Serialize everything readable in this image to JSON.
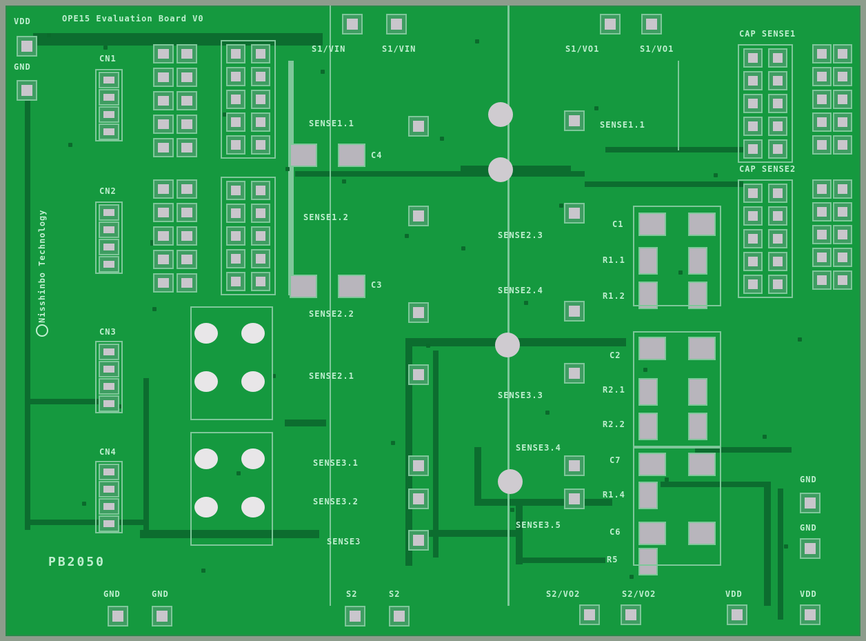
{
  "board": {
    "title": "OPE15 Evaluation Board V0",
    "part_number": "PB2050",
    "maker": "Nisshinbo Technology",
    "colors": {
      "solder_mask": "#15993f",
      "silkscreen": "#bfeecf",
      "pad": "#c9c6cc",
      "trace": "#0c6d2f"
    }
  },
  "labels": {
    "vdd_tl": "VDD",
    "gnd_tl": "GND",
    "cn1": "CN1",
    "cn2": "CN2",
    "cn3": "CN3",
    "cn4": "CN4",
    "s1vin_a": "S1/VIN",
    "s1vin_b": "S1/VIN",
    "s1vo1_a": "S1/VO1",
    "s1vo1_b": "S1/VO1",
    "cap_sense1": "CAP SENSE1",
    "cap_sense2": "CAP SENSE2",
    "sense11_l": "SENSE1.1",
    "c4": "C4",
    "sense12": "SENSE1.2",
    "c3": "C3",
    "sense22": "SENSE2.2",
    "sense21": "SENSE2.1",
    "sense31": "SENSE3.1",
    "sense32": "SENSE3.2",
    "sense3": "SENSE3",
    "sense11_r": "SENSE1.1",
    "sense23": "SENSE2.3",
    "sense24": "SENSE2.4",
    "sense33": "SENSE3.3",
    "sense34": "SENSE3.4",
    "sense35": "SENSE3.5",
    "c1": "C1",
    "r11": "R1.1",
    "r12": "R1.2",
    "c2": "C2",
    "r21": "R2.1",
    "r22": "R2.2",
    "c7": "C7",
    "r14": "R1.4",
    "c6": "C6",
    "r5": "R5",
    "gnd_r1": "GND",
    "gnd_r2": "GND",
    "gnd_b1": "GND",
    "gnd_b2": "GND",
    "s2_a": "S2",
    "s2_b": "S2",
    "s2vo2_a": "S2/VO2",
    "s2vo2_b": "S2/VO2",
    "vdd_b1": "VDD",
    "vdd_b2": "VDD"
  }
}
